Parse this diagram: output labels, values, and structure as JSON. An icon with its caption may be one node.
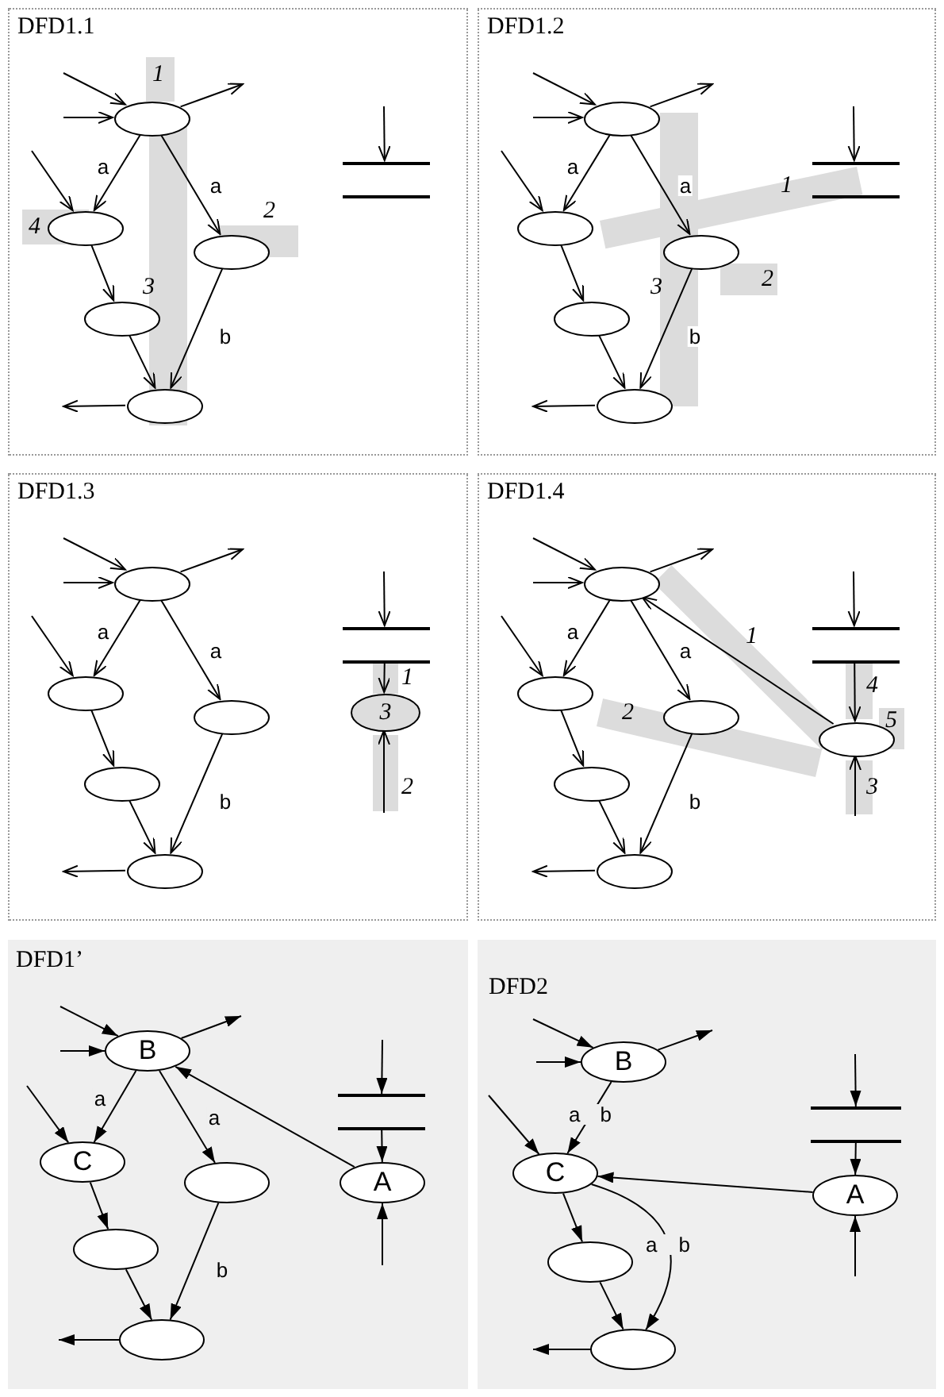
{
  "diagram": {
    "nodes": [
      {
        "text": [
          "DFD1.1"
        ]
      },
      {
        "text": [],
        "shape": "ellipse",
        "in": 0
      },
      {
        "text": [],
        "shape": "ellipse",
        "in": 0
      },
      {
        "text": [],
        "shape": "ellipse",
        "in": 0
      },
      {
        "text": [],
        "shape": "ellipse",
        "in": 0
      },
      {
        "text": [],
        "shape": "ellipse",
        "in": 0
      },
      {
        "text": [],
        "shape": "store",
        "in": 0
      },
      {
        "text": [
          "DFD1.2"
        ]
      },
      {
        "text": [],
        "shape": "ellipse",
        "in": 7
      },
      {
        "text": [],
        "shape": "ellipse",
        "in": 7
      },
      {
        "text": [],
        "shape": "ellipse",
        "in": 7
      },
      {
        "text": [],
        "shape": "ellipse",
        "in": 7
      },
      {
        "text": [],
        "shape": "ellipse",
        "in": 7
      },
      {
        "text": [],
        "shape": "store",
        "in": 7
      },
      {
        "text": [
          "DFD1.3"
        ]
      },
      {
        "text": [],
        "shape": "ellipse",
        "in": 14
      },
      {
        "text": [],
        "shape": "ellipse",
        "in": 14
      },
      {
        "text": [],
        "shape": "ellipse",
        "in": 14
      },
      {
        "text": [],
        "shape": "ellipse",
        "in": 14
      },
      {
        "text": [],
        "shape": "ellipse",
        "in": 14
      },
      {
        "text": [],
        "shape": "store",
        "in": 14
      },
      {
        "text": [
          "3"
        ],
        "in": 14
      },
      {
        "text": [
          "DFD1.4"
        ]
      },
      {
        "text": [],
        "shape": "ellipse",
        "in": 22
      },
      {
        "text": [],
        "shape": "ellipse",
        "in": 22
      },
      {
        "text": [],
        "shape": "ellipse",
        "in": 22
      },
      {
        "text": [],
        "shape": "ellipse",
        "in": 22
      },
      {
        "text": [],
        "shape": "ellipse",
        "in": 22
      },
      {
        "text": [],
        "shape": "store",
        "in": 22
      },
      {
        "text": [],
        "shape": "ellipse",
        "in": 22
      },
      {
        "text": [
          "DFD1’"
        ]
      },
      {
        "text": [
          "B"
        ],
        "in": 30
      },
      {
        "text": [
          "C"
        ],
        "in": 30
      },
      {
        "text": [],
        "shape": "ellipse",
        "in": 30
      },
      {
        "text": [],
        "shape": "ellipse",
        "in": 30
      },
      {
        "text": [],
        "shape": "ellipse",
        "in": 30
      },
      {
        "text": [],
        "shape": "store",
        "in": 30
      },
      {
        "text": [
          "A"
        ],
        "in": 30
      },
      {
        "text": [
          "DFD2"
        ]
      },
      {
        "text": [
          "B"
        ],
        "in": 38
      },
      {
        "text": [
          "C"
        ],
        "in": 38
      },
      {
        "text": [],
        "shape": "ellipse",
        "in": 38
      },
      {
        "text": [],
        "shape": "ellipse",
        "in": 38
      },
      {
        "text": [],
        "shape": "store",
        "in": 38
      },
      {
        "text": [
          "A"
        ],
        "in": 38
      }
    ],
    "edges": [
      {
        "from": null,
        "to": 1,
        "arrow": "to"
      },
      {
        "from": null,
        "to": 1,
        "arrow": "to"
      },
      {
        "from": 1,
        "to": null,
        "arrow": "to"
      },
      {
        "from": null,
        "to": 2,
        "arrow": "to"
      },
      {
        "from": 1,
        "to": 2,
        "arrow": "to",
        "label": "a"
      },
      {
        "from": 1,
        "to": 3,
        "arrow": "to",
        "label": "a"
      },
      {
        "from": 2,
        "to": 4,
        "arrow": "to"
      },
      {
        "from": 4,
        "to": 5,
        "arrow": "to"
      },
      {
        "from": 3,
        "to": 5,
        "arrow": "to",
        "label": "b"
      },
      {
        "from": 5,
        "to": null,
        "arrow": "to"
      },
      {
        "from": null,
        "to": 6,
        "arrow": "to"
      },
      {
        "from": null,
        "to": 8,
        "arrow": "to"
      },
      {
        "from": null,
        "to": 8,
        "arrow": "to"
      },
      {
        "from": 8,
        "to": null,
        "arrow": "to"
      },
      {
        "from": null,
        "to": 9,
        "arrow": "to"
      },
      {
        "from": 8,
        "to": 9,
        "arrow": "to",
        "label": "a"
      },
      {
        "from": 8,
        "to": 10,
        "arrow": "to",
        "label": "a"
      },
      {
        "from": 9,
        "to": 11,
        "arrow": "to"
      },
      {
        "from": 11,
        "to": 12,
        "arrow": "to"
      },
      {
        "from": 10,
        "to": 12,
        "arrow": "to",
        "label": "b"
      },
      {
        "from": 12,
        "to": null,
        "arrow": "to"
      },
      {
        "from": null,
        "to": 13,
        "arrow": "to"
      },
      {
        "from": null,
        "to": 15,
        "arrow": "to"
      },
      {
        "from": null,
        "to": 15,
        "arrow": "to"
      },
      {
        "from": 15,
        "to": null,
        "arrow": "to"
      },
      {
        "from": null,
        "to": 16,
        "arrow": "to"
      },
      {
        "from": 15,
        "to": 16,
        "arrow": "to",
        "label": "a"
      },
      {
        "from": 15,
        "to": 17,
        "arrow": "to",
        "label": "a"
      },
      {
        "from": 16,
        "to": 18,
        "arrow": "to"
      },
      {
        "from": 18,
        "to": 19,
        "arrow": "to"
      },
      {
        "from": 17,
        "to": 19,
        "arrow": "to",
        "label": "b"
      },
      {
        "from": 19,
        "to": null,
        "arrow": "to"
      },
      {
        "from": null,
        "to": 20,
        "arrow": "to"
      },
      {
        "from": 20,
        "to": 21,
        "arrow": "to"
      },
      {
        "from": null,
        "to": 21,
        "arrow": "to"
      },
      {
        "from": null,
        "to": 23,
        "arrow": "to"
      },
      {
        "from": null,
        "to": 23,
        "arrow": "to"
      },
      {
        "from": 23,
        "to": null,
        "arrow": "to"
      },
      {
        "from": null,
        "to": 24,
        "arrow": "to"
      },
      {
        "from": 23,
        "to": 24,
        "arrow": "to",
        "label": "a"
      },
      {
        "from": 23,
        "to": 25,
        "arrow": "to",
        "label": "a"
      },
      {
        "from": 24,
        "to": 26,
        "arrow": "to"
      },
      {
        "from": 26,
        "to": 27,
        "arrow": "to"
      },
      {
        "from": 25,
        "to": 27,
        "arrow": "to",
        "label": "b"
      },
      {
        "from": 27,
        "to": null,
        "arrow": "to"
      },
      {
        "from": null,
        "to": 28,
        "arrow": "to"
      },
      {
        "from": 28,
        "to": 29,
        "arrow": "to"
      },
      {
        "from": null,
        "to": 29,
        "arrow": "to"
      },
      {
        "from": 29,
        "to": 23,
        "arrow": "to"
      },
      {
        "from": null,
        "to": 31,
        "arrow": "to"
      },
      {
        "from": null,
        "to": 31,
        "arrow": "to"
      },
      {
        "from": 31,
        "to": null,
        "arrow": "to"
      },
      {
        "from": null,
        "to": 32,
        "arrow": "to"
      },
      {
        "from": 31,
        "to": 32,
        "arrow": "to",
        "label": "a"
      },
      {
        "from": 31,
        "to": 33,
        "arrow": "to",
        "label": "a"
      },
      {
        "from": 32,
        "to": 34,
        "arrow": "to"
      },
      {
        "from": 34,
        "to": 35,
        "arrow": "to"
      },
      {
        "from": 33,
        "to": 35,
        "arrow": "to",
        "label": "b"
      },
      {
        "from": 35,
        "to": null,
        "arrow": "to"
      },
      {
        "from": null,
        "to": 36,
        "arrow": "to"
      },
      {
        "from": 36,
        "to": 37,
        "arrow": "to"
      },
      {
        "from": null,
        "to": 37,
        "arrow": "to"
      },
      {
        "from": 37,
        "to": 31,
        "arrow": "to"
      },
      {
        "from": null,
        "to": 39,
        "arrow": "to"
      },
      {
        "from": null,
        "to": 39,
        "arrow": "to"
      },
      {
        "from": 39,
        "to": null,
        "arrow": "to"
      },
      {
        "from": null,
        "to": 40,
        "arrow": "to"
      },
      {
        "from": 39,
        "to": 40,
        "arrow": "to",
        "label": "a b"
      },
      {
        "from": 40,
        "to": 41,
        "arrow": "to"
      },
      {
        "from": 41,
        "to": 42,
        "arrow": "to"
      },
      {
        "from": 40,
        "to": 42,
        "arrow": "to",
        "label": "a b"
      },
      {
        "from": 42,
        "to": null,
        "arrow": "to"
      },
      {
        "from": null,
        "to": 43,
        "arrow": "to"
      },
      {
        "from": 43,
        "to": 44,
        "arrow": "to"
      },
      {
        "from": null,
        "to": 44,
        "arrow": "to"
      },
      {
        "from": 44,
        "to": 40,
        "arrow": "to"
      }
    ],
    "labels": [
      "1",
      "2",
      "3",
      "4",
      "1",
      "2",
      "3",
      "1",
      "2",
      "1",
      "2",
      "4",
      "5",
      "3"
    ]
  }
}
